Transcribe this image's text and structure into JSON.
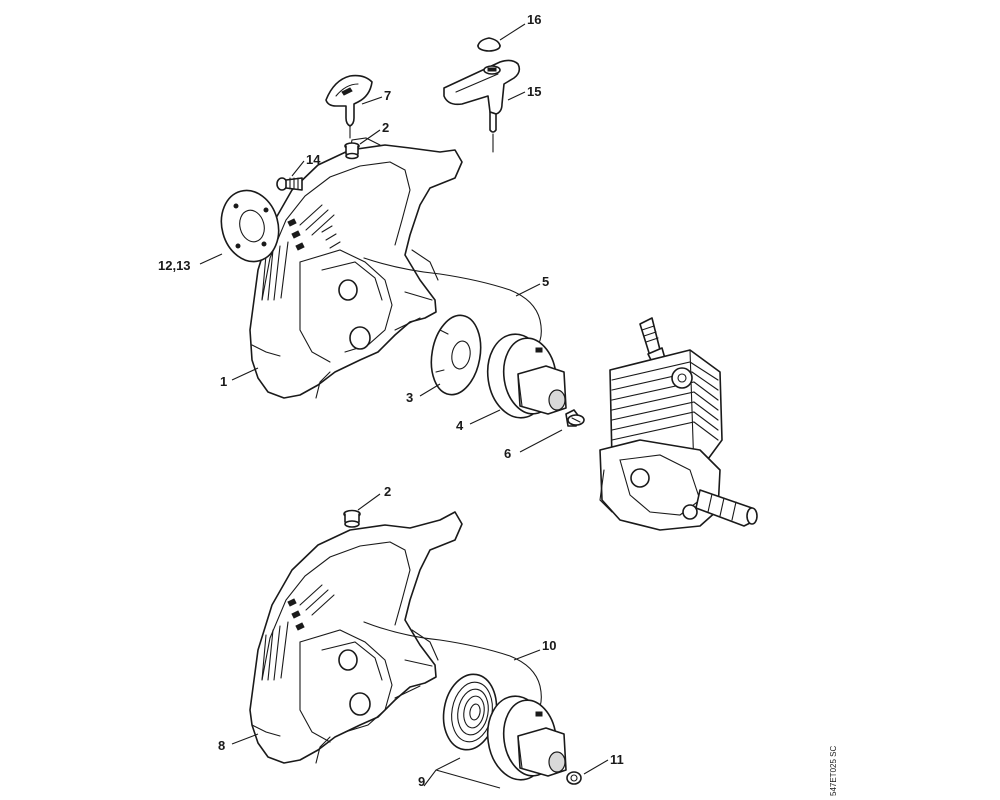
{
  "diagram": {
    "labels": {
      "p1": "1",
      "p2a": "2",
      "p2b": "2",
      "p3": "3",
      "p4": "4",
      "p5": "5",
      "p6": "6",
      "p7": "7",
      "p8": "8",
      "p9": "9",
      "p10": "10",
      "p11": "11",
      "p12_13": "12,13",
      "p14": "14",
      "p15": "15",
      "p16": "16"
    },
    "drawing_code": "547ET025 SC"
  }
}
